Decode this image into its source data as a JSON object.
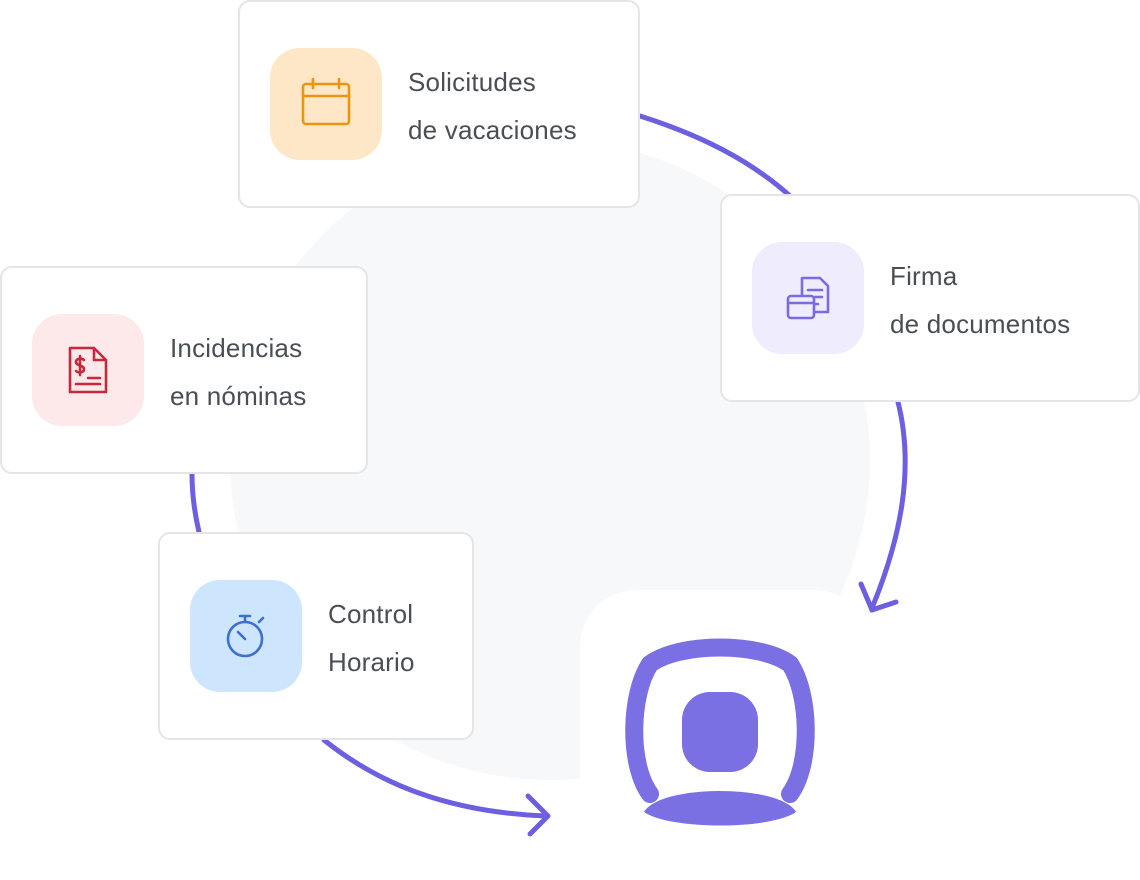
{
  "cards": {
    "vacaciones": {
      "line1": "Solicitudes",
      "line2": "de vacaciones",
      "icon": "calendar-icon"
    },
    "firma": {
      "line1": "Firma",
      "line2": "de documentos",
      "icon": "documents-icon"
    },
    "incidencias": {
      "line1": "Incidencias",
      "line2": "en nóminas",
      "icon": "payroll-icon"
    },
    "control": {
      "line1": "Control",
      "line2": "Horario",
      "icon": "stopwatch-icon"
    }
  },
  "colors": {
    "arrow": "#6c5fe0",
    "vacaciones_tile": "#fde7c6",
    "vacaciones_icon": "#e8960f",
    "firma_tile": "#eeecfd",
    "firma_icon": "#7b6be0",
    "incidencias_tile": "#fde9ea",
    "incidencias_icon": "#c8283c",
    "control_tile": "#cde6fd",
    "control_icon": "#3d6fcf",
    "avatar": "#7b6fe4"
  },
  "center": {
    "icon": "user-avatar-icon"
  }
}
